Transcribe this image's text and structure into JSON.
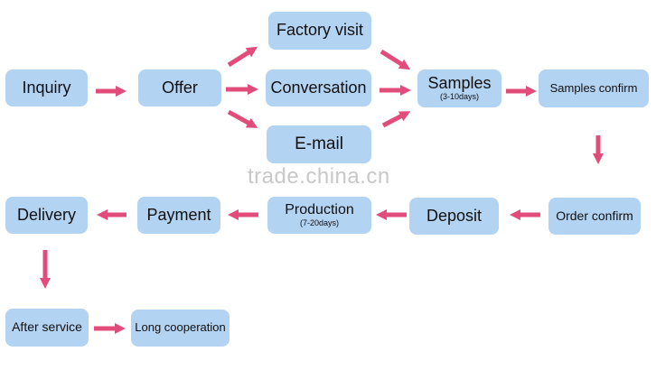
{
  "nodes": {
    "inquiry": {
      "label": "Inquiry"
    },
    "offer": {
      "label": "Offer"
    },
    "factory_visit": {
      "label": "Factory visit"
    },
    "conversation": {
      "label": "Conversation"
    },
    "email": {
      "label": "E-mail"
    },
    "samples": {
      "label": "Samples",
      "sub": "(3-10days)"
    },
    "samples_confirm": {
      "label": "Samples confirm"
    },
    "order_confirm": {
      "label": "Order confirm"
    },
    "deposit": {
      "label": "Deposit"
    },
    "production": {
      "label": "Production",
      "sub": "(7-20days)"
    },
    "payment": {
      "label": "Payment"
    },
    "delivery": {
      "label": "Delivery"
    },
    "after_service": {
      "label": "After service"
    },
    "long_cooperation": {
      "label": "Long cooperation"
    }
  },
  "watermark": "trade.china.cn",
  "colors": {
    "box": "#b3d3f3",
    "arrow": "#e24c7a"
  }
}
